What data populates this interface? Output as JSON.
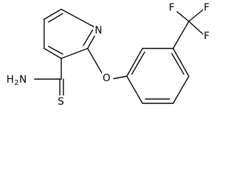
{
  "molecule": {
    "atoms": {
      "N": "N",
      "O": "O",
      "S": "S",
      "NH2_H": "H",
      "NH2_sub": "2",
      "NH2_N": "N",
      "F1": "F",
      "F2": "F",
      "F3": "F"
    }
  }
}
